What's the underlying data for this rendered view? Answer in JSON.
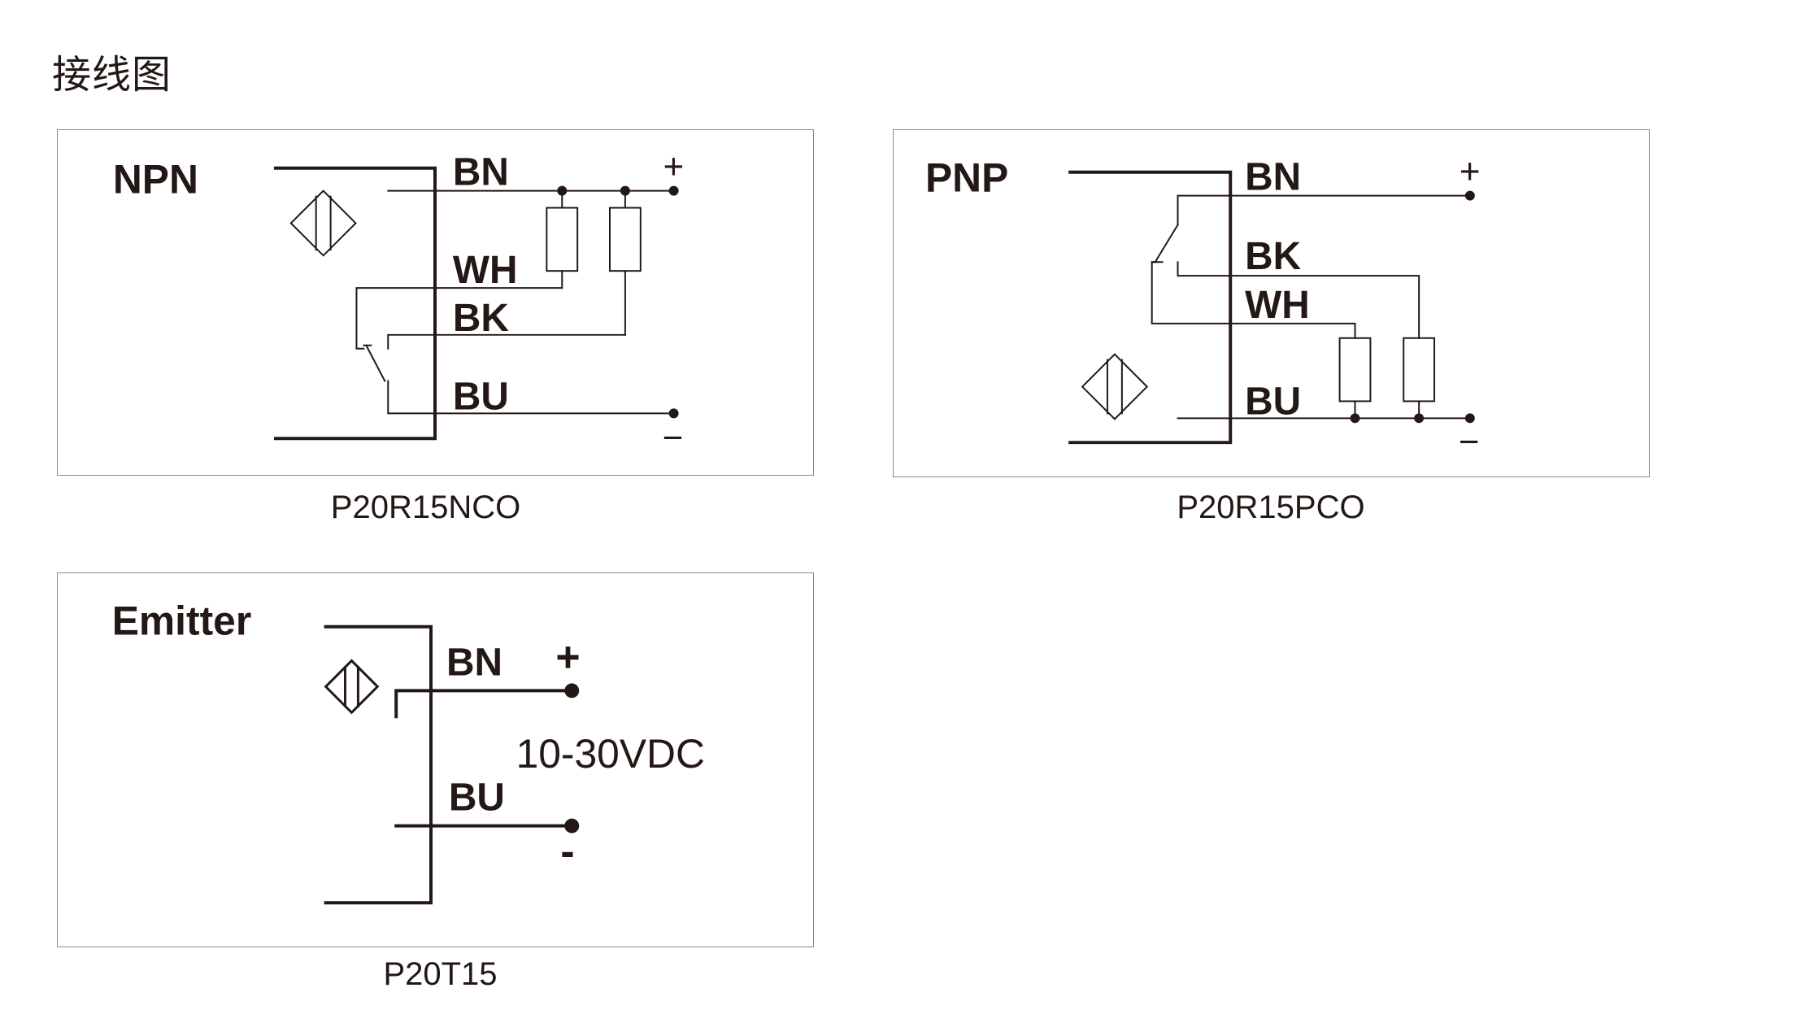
{
  "page": {
    "title": "接线图"
  },
  "colors": {
    "ink": "#231815",
    "border": "#8a8a8a",
    "background": "#ffffff"
  },
  "panels": [
    {
      "type_label": "NPN",
      "caption": "P20R15NCO",
      "wires": {
        "bn": "BN",
        "wh": "WH",
        "bk": "BK",
        "bu": "BU"
      },
      "plus": "+",
      "minus": "−"
    },
    {
      "type_label": "PNP",
      "caption": "P20R15PCO",
      "wires": {
        "bn": "BN",
        "bk": "BK",
        "wh": "WH",
        "bu": "BU"
      },
      "plus": "+",
      "minus": "−"
    },
    {
      "type_label": "Emitter",
      "caption": "P20T15",
      "wires": {
        "bn": "BN",
        "bu": "BU"
      },
      "plus": "+",
      "minus": "-",
      "supply": "10-30VDC"
    }
  ]
}
